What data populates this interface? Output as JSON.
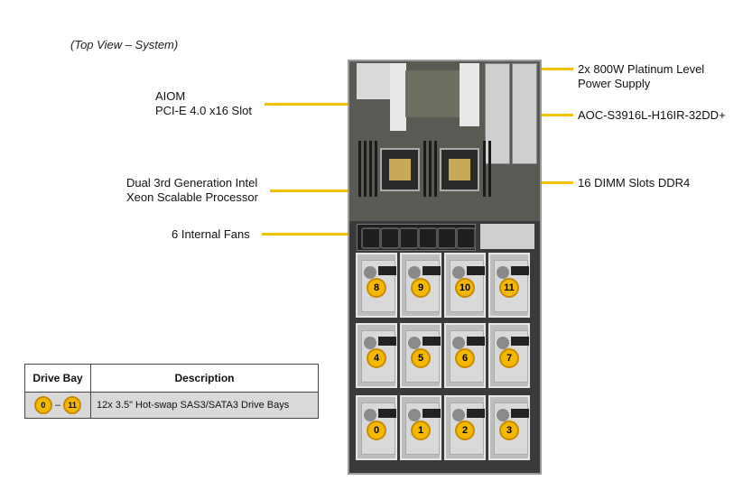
{
  "caption": "(Top View – System)",
  "callouts": {
    "aiom_line1": "AIOM",
    "aiom_line2": "PCI-E 4.0 x16 Slot",
    "cpu_line1": "Dual 3rd Generation Intel",
    "cpu_line2": "Xeon Scalable Processor",
    "fans": "6 Internal  Fans",
    "psu_line1": "2x 800W Platinum Level",
    "psu_line2": "Power Supply",
    "aoc": "AOC-S3916L-H16IR-32DD+",
    "dimm": "16 DIMM Slots DDR4"
  },
  "drive_numbers": [
    "8",
    "9",
    "10",
    "11",
    "4",
    "5",
    "6",
    "7",
    "0",
    "1",
    "2",
    "3"
  ],
  "table": {
    "header_bay": "Drive Bay",
    "header_desc": "Description",
    "bay_from": "0",
    "dash": "–",
    "bay_to": "11",
    "desc": "12x 3.5\" Hot-swap SAS3/SATA3 Drive  Bays"
  },
  "colors": {
    "callout_line": "#f2c200",
    "drive_number": "#f5b800"
  }
}
